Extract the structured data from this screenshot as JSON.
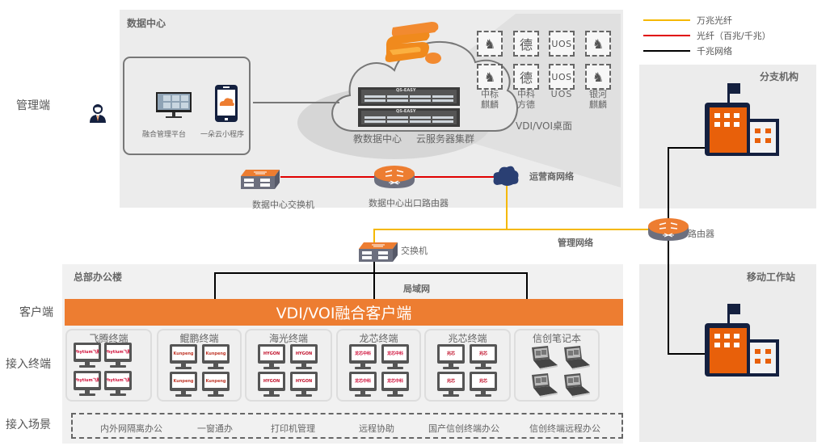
{
  "legend": [
    {
      "label": "万兆光纤",
      "color": "#f5b800"
    },
    {
      "label": "光纤（百兆/千兆）",
      "color": "#e00000"
    },
    {
      "label": "千兆网络",
      "color": "#000000"
    }
  ],
  "side_labels": {
    "admin": "管理端",
    "client": "客户端",
    "access_terminal": "接入终端",
    "access_scene": "接入场景"
  },
  "data_center": {
    "title": "数据中心",
    "mgmt_platform_label": "融合管理平台",
    "mini_program_label": "一朵云小程序",
    "server_brand": "QS-EASY",
    "cloud_label_1": "教数据中心",
    "cloud_label_2": "云服务器集群",
    "os_items": [
      {
        "glyph": "♞",
        "name": "中标\n麒麟"
      },
      {
        "glyph": "德",
        "name": "中科\n方德"
      },
      {
        "glyph": "UOS",
        "name": "UOS"
      },
      {
        "glyph": "♞",
        "name": "银河\n麒麟"
      }
    ],
    "desktop_label": "VDI/VOI桌面",
    "dc_switch_label": "数据中心交换机",
    "dc_router_label": "数据中心出口路由器",
    "isp_label": "运营商网络"
  },
  "network": {
    "switch_label": "交换机",
    "mgmt_network_label": "管理网络",
    "router_label": "路由器",
    "lan_label": "局域网"
  },
  "branch": {
    "title": "分支机构"
  },
  "mobile": {
    "title": "移动工作站"
  },
  "hq": {
    "title": "总部办公楼",
    "client_bar": "VDI/VOI融合客户端",
    "terminals": [
      {
        "title": "飞腾终端",
        "logo": "Phytium飞腾",
        "logo_color": "#d0103a"
      },
      {
        "title": "鲲鹏终端",
        "logo": "Kunpeng",
        "logo_color": "#c0392b"
      },
      {
        "title": "海光终端",
        "logo": "HYGON",
        "logo_color": "#c0102a"
      },
      {
        "title": "龙芯终端",
        "logo": "龙芯中科",
        "logo_color": "#d0103a"
      },
      {
        "title": "兆芯终端",
        "logo": "兆芯",
        "logo_color": "#c0102a"
      },
      {
        "title": "信创笔记本",
        "logo": "",
        "logo_color": "#555555"
      }
    ]
  },
  "scenes": [
    "内外网隔离办公",
    "一窗通办",
    "打印机管理",
    "远程协助",
    "国产信创终端办公",
    "信创终端远程办公"
  ],
  "colors": {
    "accent_orange": "#ed7d31",
    "building_orange": "#e8600a",
    "navy": "#14203f",
    "isp_cloud": "#2a3f73"
  }
}
